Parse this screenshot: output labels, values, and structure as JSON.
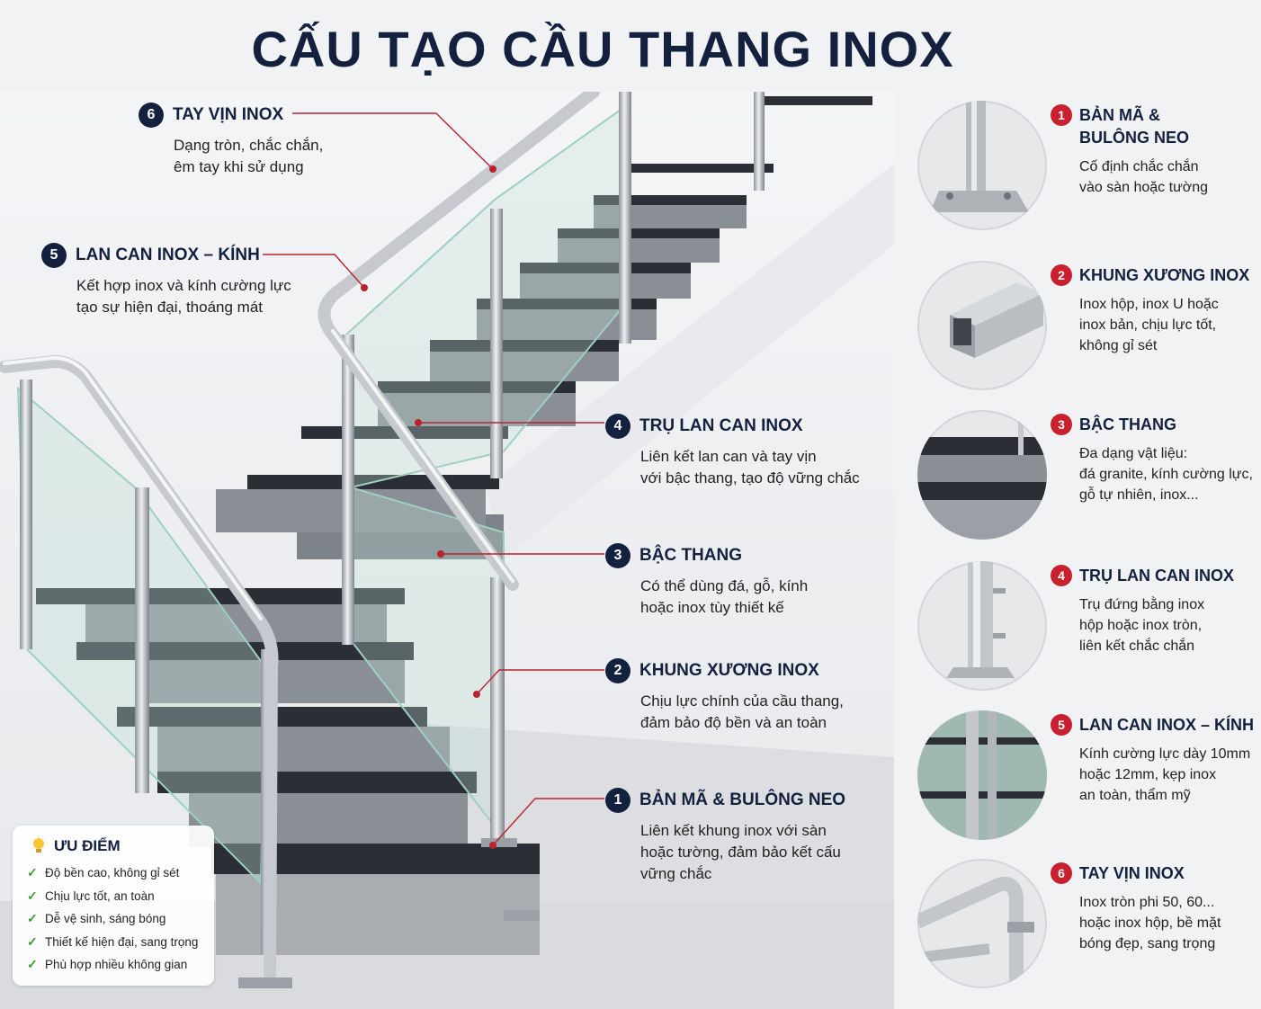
{
  "title": "CẤU TẠO CẦU THANG INOX",
  "callouts": [
    {
      "num": "6",
      "title": "TAY VỊN INOX",
      "desc": "Dạng tròn, chắc chắn,\nêm tay khi sử dụng"
    },
    {
      "num": "5",
      "title": "LAN CAN INOX – KÍNH",
      "desc": "Kết hợp inox và kính cường lực\ntạo sự hiện đại, thoáng mát"
    },
    {
      "num": "4",
      "title": "TRỤ LAN CAN INOX",
      "desc": "Liên kết lan can và tay vịn\nvới bậc thang, tạo độ vững chắc"
    },
    {
      "num": "3",
      "title": "BẬC THANG",
      "desc": "Có thể dùng đá, gỗ, kính\nhoặc inox tùy thiết kế"
    },
    {
      "num": "2",
      "title": "KHUNG XƯƠNG INOX",
      "desc": "Chịu lực chính của cầu thang,\nđảm bảo độ bền và an toàn"
    },
    {
      "num": "1",
      "title": "BẢN MÃ & BULÔNG NEO",
      "desc": "Liên kết khung inox với sàn\nhoặc tường, đảm bảo kết cấu\nvững chắc"
    }
  ],
  "components": [
    {
      "num": "1",
      "title": "BẢN MÃ &\nBULÔNG NEO",
      "desc": "Cố định chắc chắn\nvào sàn hoặc tường",
      "icon": "base-plate-icon"
    },
    {
      "num": "2",
      "title": "KHUNG XƯƠNG INOX",
      "desc": "Inox hộp, inox U hoặc\ninox bản, chịu lực tốt,\nkhông gỉ sét",
      "icon": "box-tube-icon"
    },
    {
      "num": "3",
      "title": "BẬC THANG",
      "desc": "Đa dạng vật liệu:\nđá granite, kính cường lực,\ngỗ tự nhiên, inox...",
      "icon": "stair-step-icon"
    },
    {
      "num": "4",
      "title": "TRỤ LAN CAN INOX",
      "desc": "Trụ đứng bằng inox\nhộp hoặc inox tròn,\nliên kết chắc chắn",
      "icon": "railing-post-icon"
    },
    {
      "num": "5",
      "title": "LAN CAN INOX – KÍNH",
      "desc": "Kính cường lực dày 10mm\nhoặc 12mm, kẹp inox\nan toàn, thẩm mỹ",
      "icon": "glass-railing-icon"
    },
    {
      "num": "6",
      "title": "TAY VỊN INOX",
      "desc": "Inox tròn phi 50, 60...\nhoặc inox hộp, bề mặt\nbóng đẹp, sang trọng",
      "icon": "handrail-icon"
    }
  ],
  "advantages": {
    "title": "ƯU ĐIỂM",
    "icon": "lightbulb-icon",
    "items": [
      "Độ bền cao, không gỉ sét",
      "Chịu lực tốt, an toàn",
      "Dễ vệ sinh, sáng bóng",
      "Thiết kế hiện đại, sang trọng",
      "Phù hợp nhiều không gian"
    ]
  },
  "colors": {
    "navy": "#13213f",
    "accent_red": "#c8202f",
    "check_green": "#3a9a3a"
  }
}
